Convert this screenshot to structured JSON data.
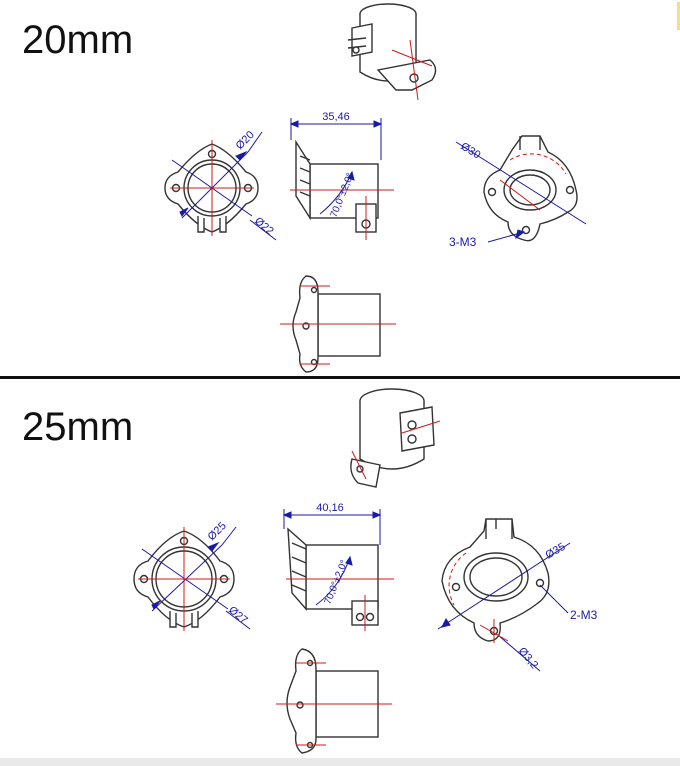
{
  "sections": [
    {
      "title": "20mm",
      "dims": {
        "width": "35,46",
        "angle": "70,0°±2,0°",
        "d_inner": "Ø20",
        "d_outer": "Ø22",
        "d_right": "Ø30",
        "screw": "3-M3"
      }
    },
    {
      "title": "25mm",
      "dims": {
        "width": "40,16",
        "angle": "70,0°±2,0°",
        "d_inner": "Ø25",
        "d_outer": "Ø27",
        "d_right": "Ø35",
        "screw": "2-M3",
        "d_hole": "Ø3,2"
      }
    }
  ],
  "colors": {
    "line": "#333333",
    "dimension": "#1a1aa8",
    "center": "#d01818",
    "divider": "#111111"
  }
}
